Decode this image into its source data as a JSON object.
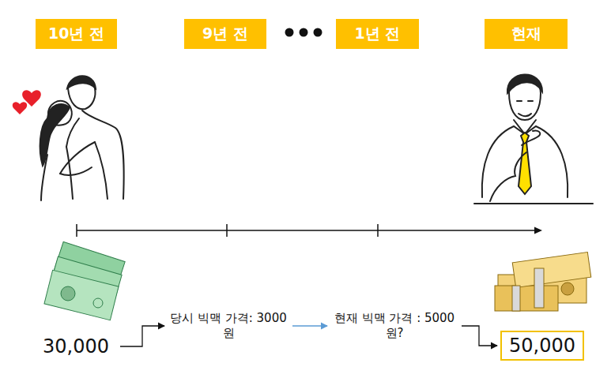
{
  "diagram": {
    "nodes": [
      {
        "text": [
          "10년 전"
        ]
      },
      {
        "text": [
          "9년 전"
        ]
      },
      {
        "text": [
          "1년 전"
        ]
      },
      {
        "text": [
          "현재"
        ]
      },
      {
        "text": [
          "30,000"
        ]
      },
      {
        "text": [
          "당시 빅맥 가격: 3000원"
        ]
      },
      {
        "text": [
          "현재 빅맥 가격 : 5000원?"
        ]
      },
      {
        "text": [
          "50,000"
        ]
      }
    ],
    "edges": [
      {
        "from": 4,
        "to": 5,
        "arrow": "to"
      },
      {
        "from": 5,
        "to": 6,
        "arrow": "to"
      },
      {
        "from": 6,
        "to": 7,
        "arrow": "to"
      }
    ]
  }
}
